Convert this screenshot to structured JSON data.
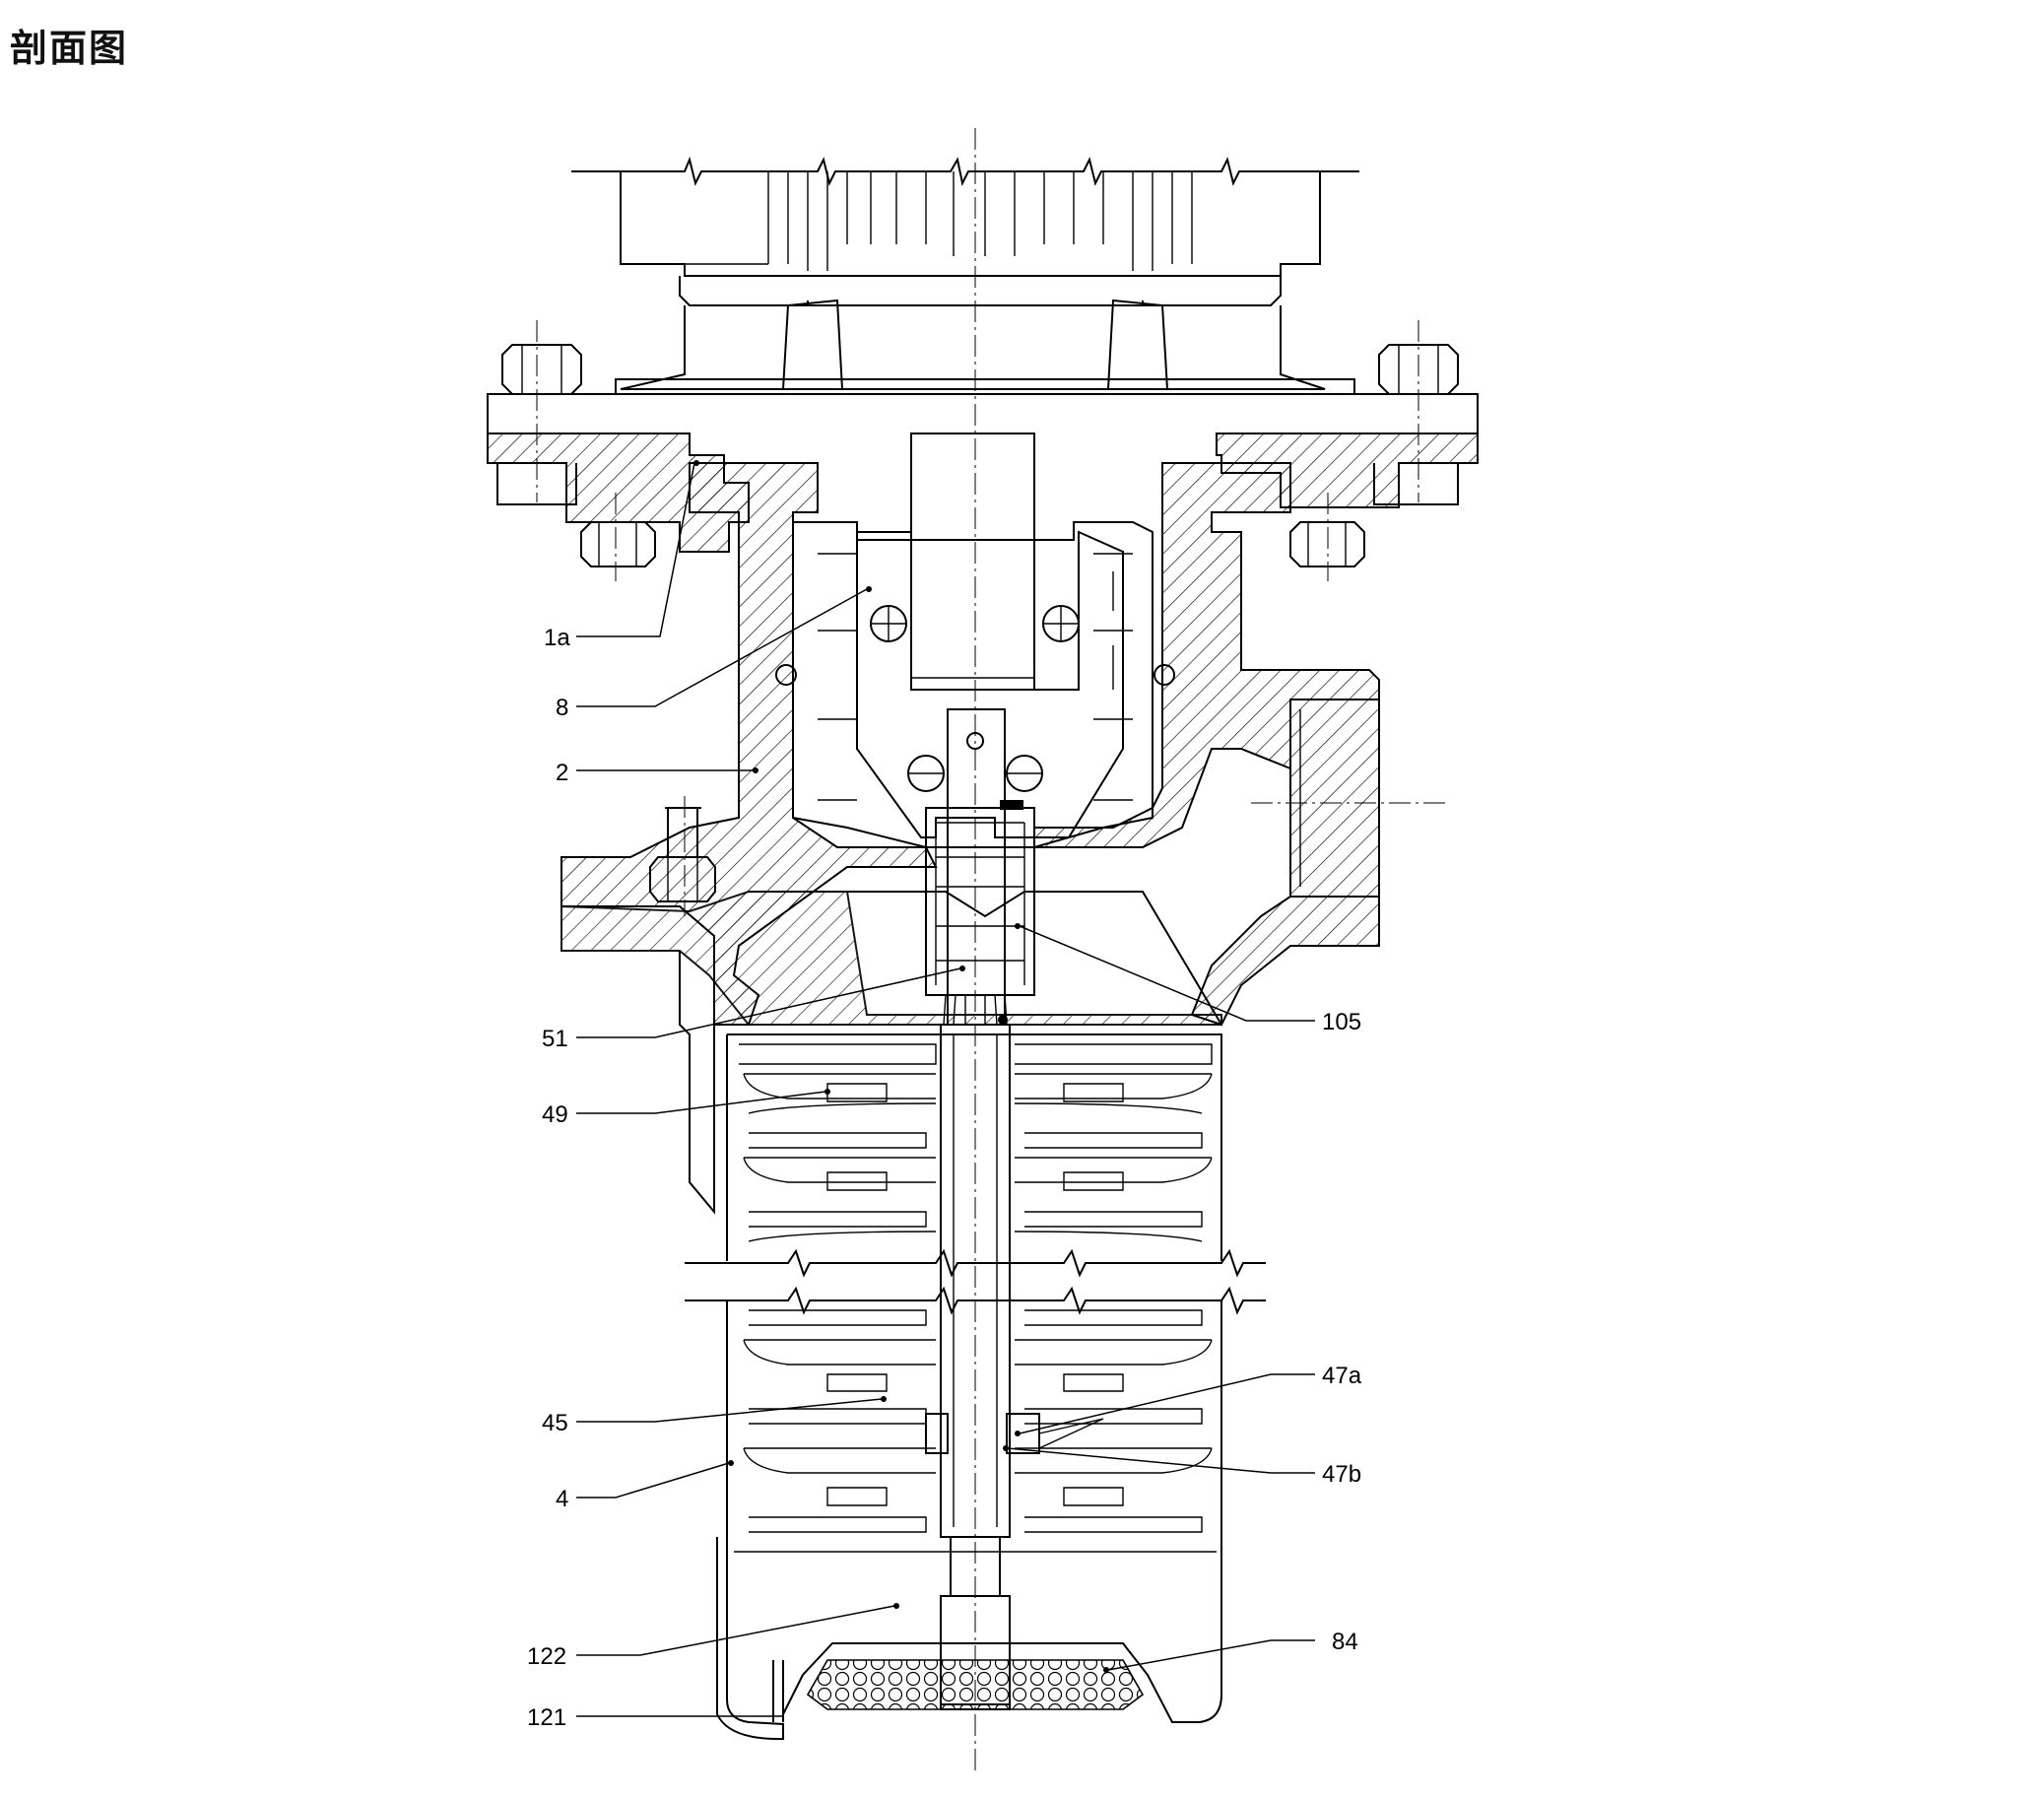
{
  "title": "剖面图",
  "colors": {
    "line": "#000000",
    "background": "#ffffff",
    "hatch": "#000000"
  },
  "callouts": {
    "c1a": "1a",
    "c8": "8",
    "c2": "2",
    "c51": "51",
    "c49": "49",
    "c105": "105",
    "c45": "45",
    "c4": "4",
    "c47a": "47a",
    "c47b": "47b",
    "c122": "122",
    "c121": "121",
    "c84": "84"
  }
}
